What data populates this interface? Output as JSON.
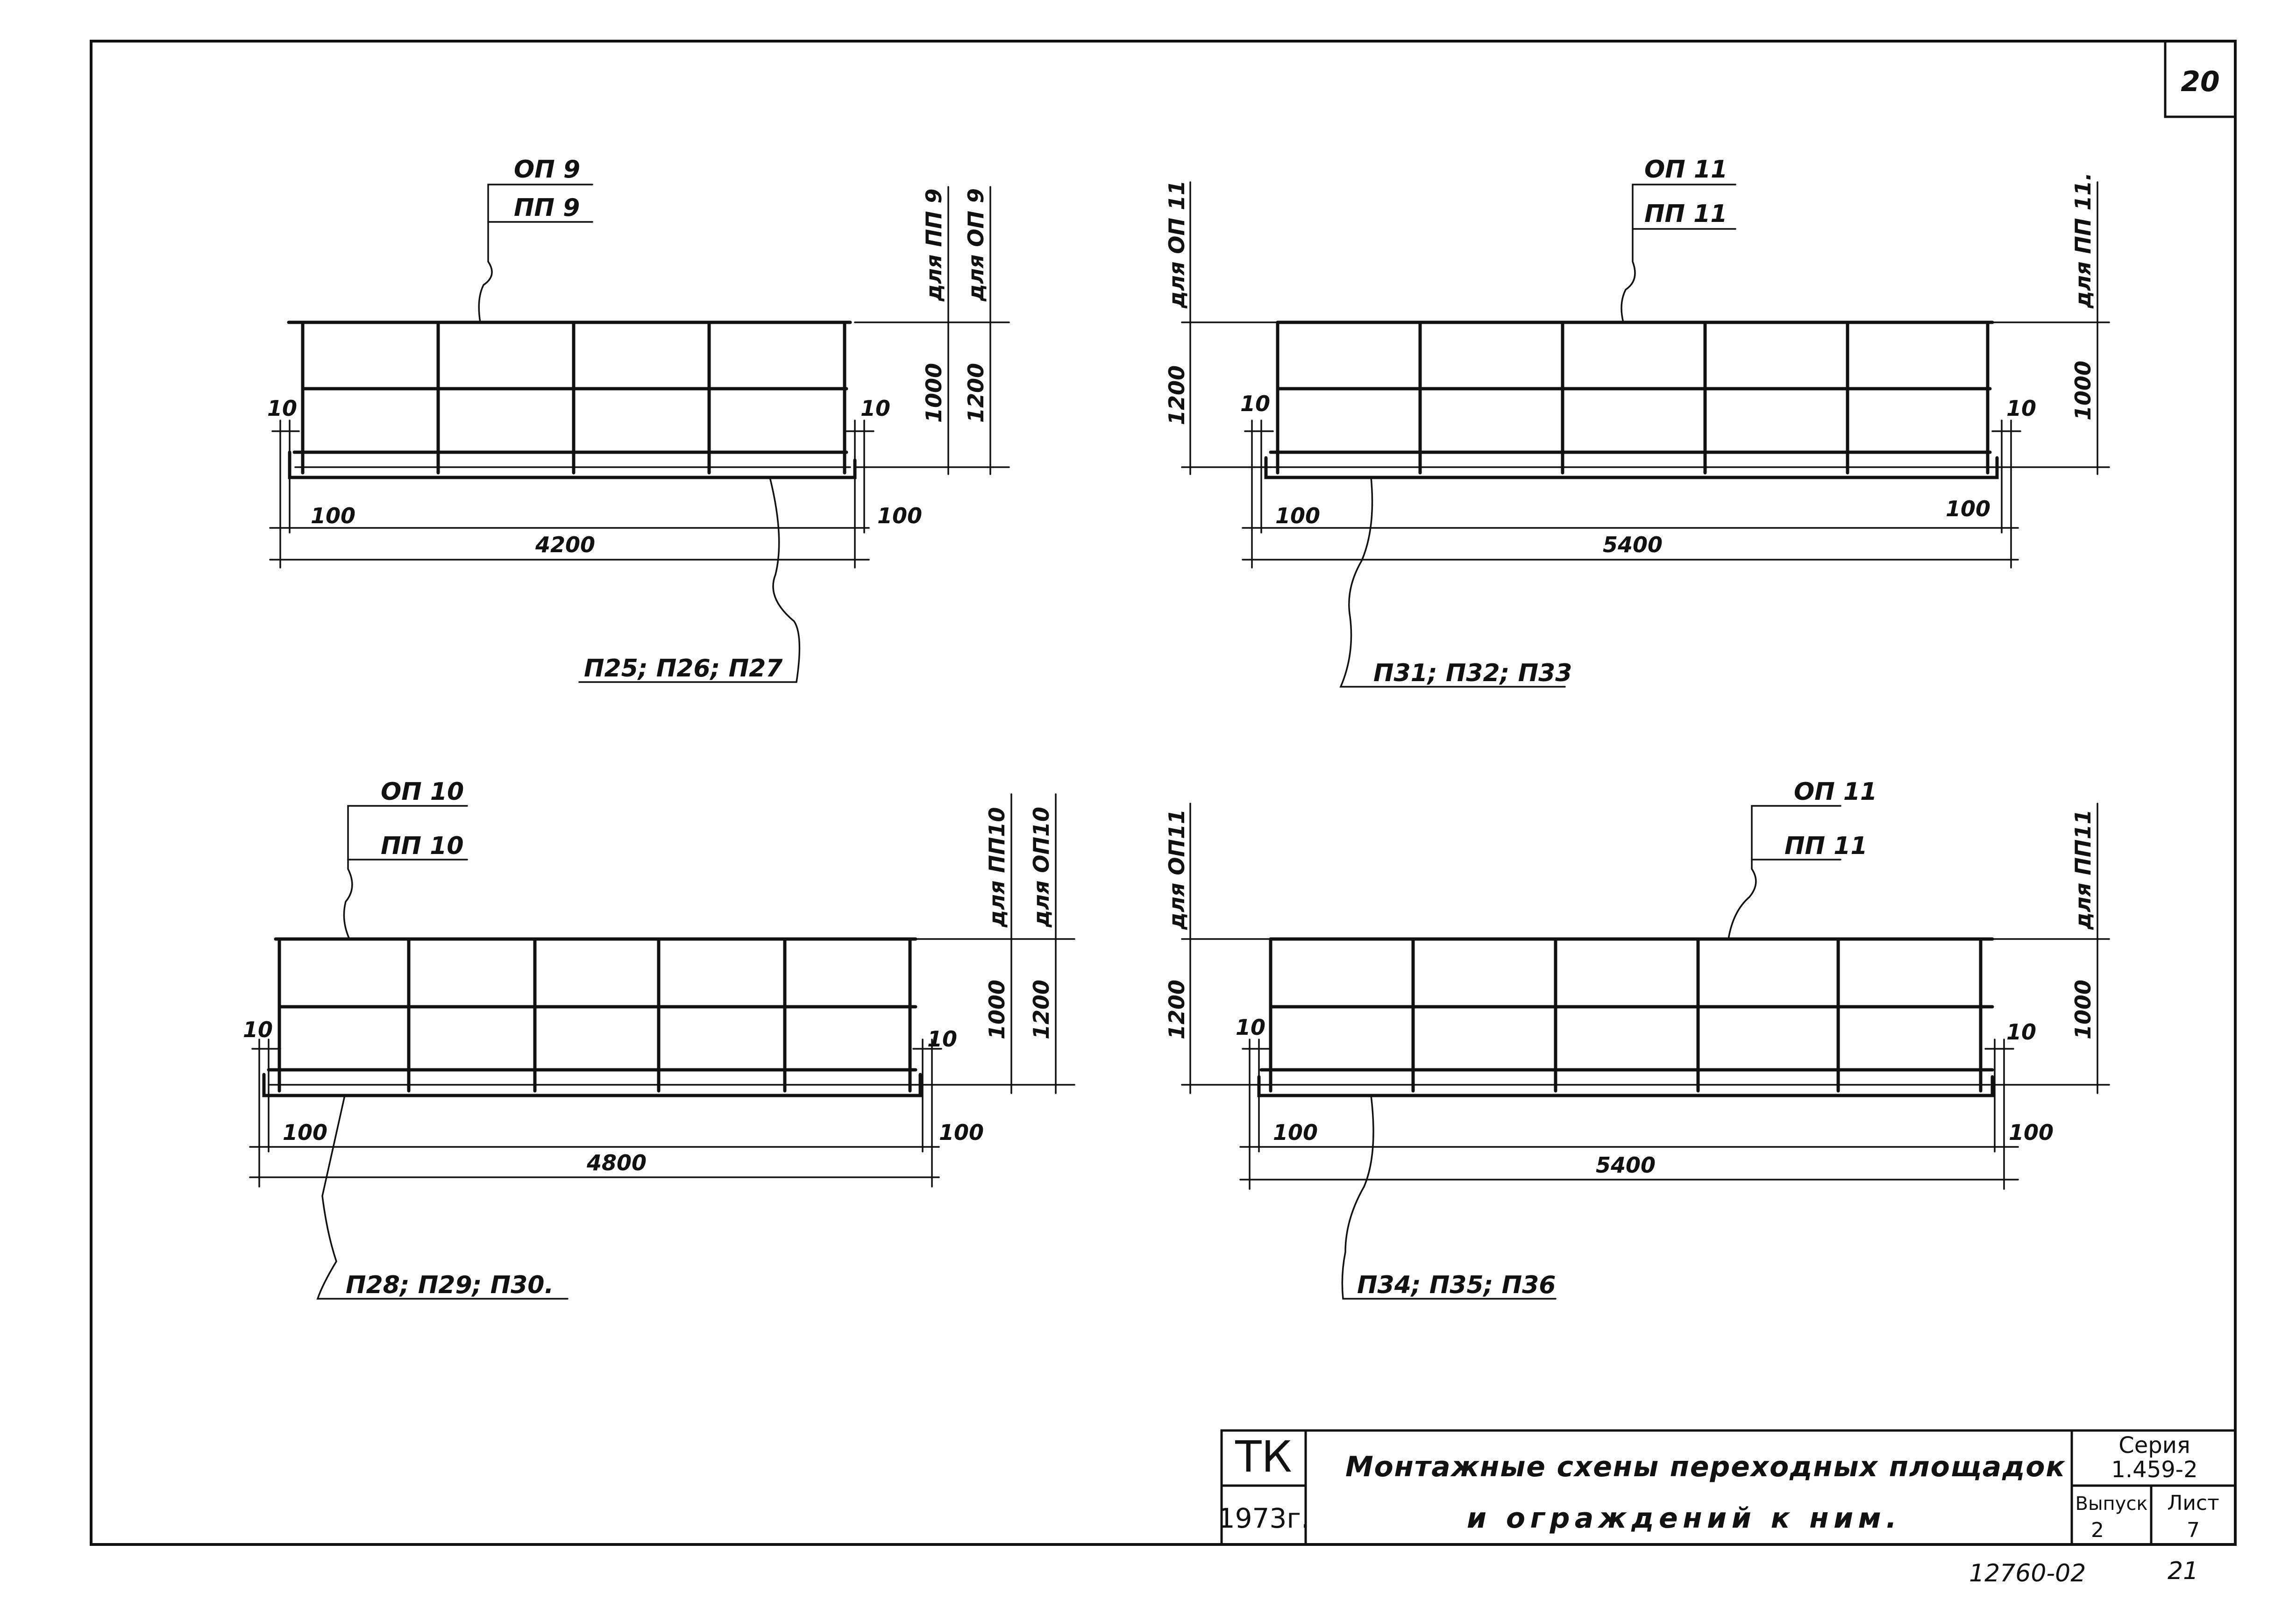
{
  "sheet": {
    "page_number": "20",
    "bottom_code": "12760-02",
    "bottom_number": "21"
  },
  "title_block": {
    "org": "ТК",
    "year": "1973г.",
    "title_line1": "Монтажные схены переходных площадок",
    "title_line2": "и ограждений к ним.",
    "series_label": "Серия",
    "series_value": "1.459-2",
    "issue_label": "Выпуск",
    "issue_value": "2",
    "sheet_label": "Лист",
    "sheet_value": "7"
  },
  "schemes": [
    {
      "top_label_1": "ОП 9",
      "top_label_2": "ПП 9",
      "bottom_label": "П25; П26; П27",
      "length": "4200",
      "offset_left": "100",
      "offset_right": "100",
      "gap_left": "10",
      "gap_right": "10",
      "height_1": "1000",
      "height_2": "1200",
      "for_1": "для ПП 9",
      "for_2": "для ОП 9"
    },
    {
      "top_label_1": "ОП 11",
      "top_label_2": "ПП 11",
      "bottom_label": "П31; П32; П33",
      "length": "5400",
      "offset_left": "100",
      "offset_right": "100",
      "gap_left": "10",
      "gap_right": "10",
      "height_1": "1200",
      "height_2": "1000",
      "for_1": "для ОП 11",
      "for_2": "для ПП 11."
    },
    {
      "top_label_1": "ОП 10",
      "top_label_2": "ПП 10",
      "bottom_label": "П28; П29; П30.",
      "length": "4800",
      "offset_left": "100",
      "offset_right": "100",
      "gap_left": "10",
      "gap_right": "10",
      "height_1": "1000",
      "height_2": "1200",
      "for_1": "для ПП10",
      "for_2": "для ОП10"
    },
    {
      "top_label_1": "ОП 11",
      "top_label_2": "ПП 11",
      "bottom_label": "П34; П35; П36",
      "length": "5400",
      "offset_left": "100",
      "offset_right": "100",
      "gap_left": "10",
      "gap_right": "10",
      "height_1": "1200",
      "height_2": "1000",
      "for_1": "для ОП11",
      "for_2": "для ПП11"
    }
  ]
}
